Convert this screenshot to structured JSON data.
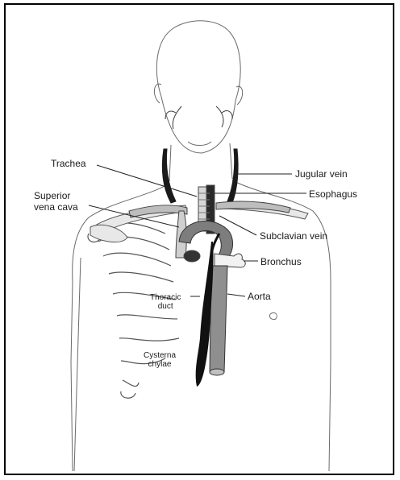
{
  "labels": {
    "trachea": "Trachea",
    "superior_vena_cava_line1": "Superior",
    "superior_vena_cava_line2": "vena cava",
    "jugular_vein": "Jugular vein",
    "esophagus": "Esophagus",
    "subclavian_vein": "Subclavian vein",
    "bronchus": "Bronchus",
    "aorta": "Aorta",
    "thoracic_duct_line1": "Thoracic",
    "thoracic_duct_line2": "duct",
    "cisterna_chyli_line1": "Cysterna",
    "cisterna_chyli_line2": "chylae"
  },
  "colors": {
    "outline": "#555555",
    "vessel_dark": "#1a1a1a",
    "organ_gray": "#8a8a8a",
    "organ_light": "#c8c8c8"
  }
}
